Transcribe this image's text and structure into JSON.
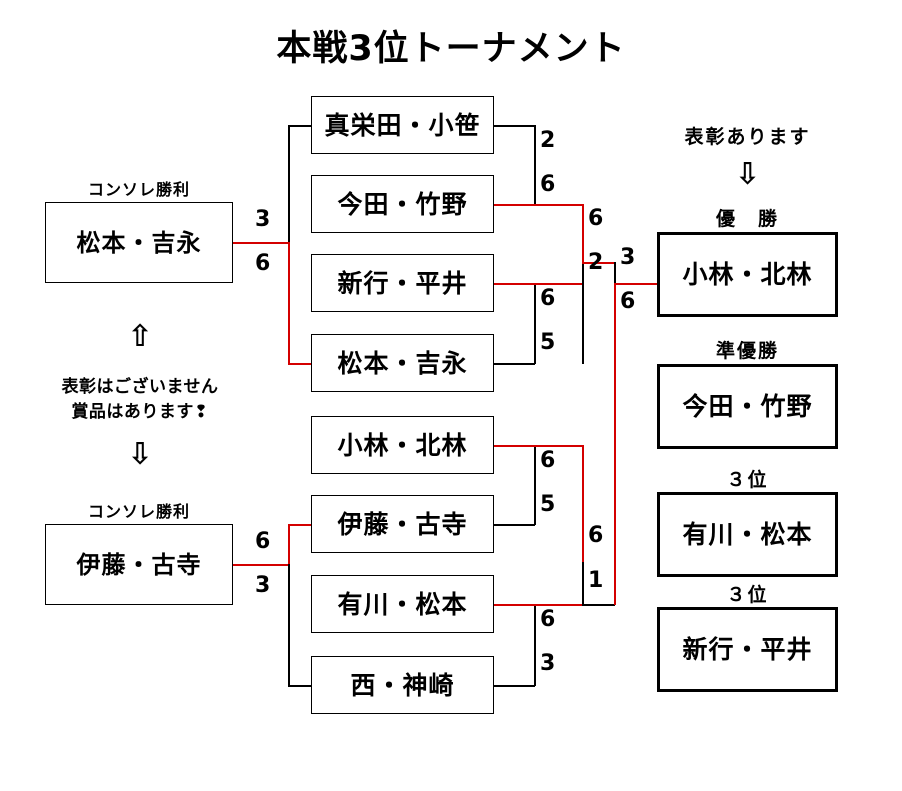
{
  "title": "本戦3位トーナメント",
  "left_panel": {
    "top": {
      "caption": "コンソレ勝利",
      "team": "松本・吉永",
      "score_up": "3",
      "score_down": "6"
    },
    "bottom": {
      "caption": "コンソレ勝利",
      "team": "伊藤・古寺",
      "score_up": "6",
      "score_down": "3"
    },
    "notice": {
      "arrow_up": "⇧",
      "line1": "表彰はございません",
      "line2": "賞品はあります❢",
      "arrow_down": "⇩"
    }
  },
  "bracket": {
    "round1": [
      {
        "team": "真栄田・小笹"
      },
      {
        "team": "今田・竹野"
      },
      {
        "team": "新行・平井"
      },
      {
        "team": "松本・吉永"
      },
      {
        "team": "小林・北林"
      },
      {
        "team": "伊藤・古寺"
      },
      {
        "team": "有川・松本"
      },
      {
        "team": "西・神崎"
      }
    ],
    "round1_scores": [
      {
        "upper": "2",
        "lower": "6"
      },
      {
        "upper": "6",
        "lower": "5"
      },
      {
        "upper": "6",
        "lower": "5"
      },
      {
        "upper": "6",
        "lower": "3"
      }
    ],
    "round2_scores": [
      {
        "upper": "6",
        "lower": "2"
      },
      {
        "upper": "6",
        "lower": "1"
      }
    ],
    "final_scores": {
      "upper": "3",
      "lower": "6"
    }
  },
  "results": {
    "header_text": "表彰あります",
    "header_arrow": "⇩",
    "entries": [
      {
        "rank": "優　勝",
        "team": "小林・北林"
      },
      {
        "rank": "準優勝",
        "team": "今田・竹野"
      },
      {
        "rank": "３位",
        "team": "有川・松本"
      },
      {
        "rank": "３位",
        "team": "新行・平井"
      }
    ]
  },
  "colors": {
    "line_black": "#000000",
    "line_red": "#d40000",
    "background": "#ffffff"
  }
}
